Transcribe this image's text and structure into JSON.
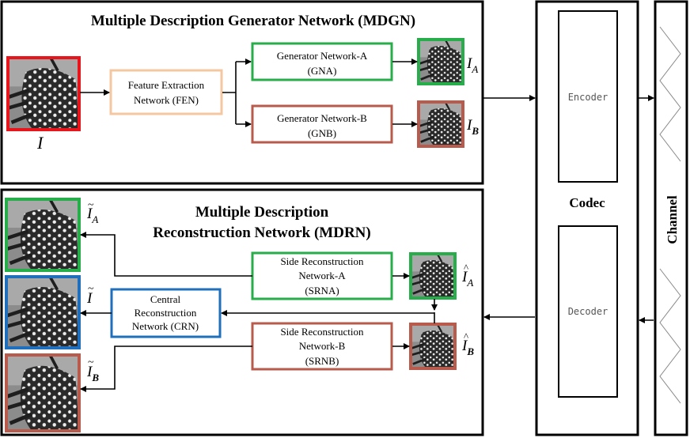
{
  "mdgn": {
    "title": "Multiple Description Generator Network (MDGN)",
    "input_label": "I",
    "fen_line1": "Feature Extraction",
    "fen_line2": "Network (FEN)",
    "gna_line1": "Generator Network-A",
    "gna_line2": "(GNA)",
    "gnb_line1": "Generator Network-B",
    "gnb_line2": "(GNB)",
    "out_a_base": "I",
    "out_a_sub": "A",
    "out_b_base": "I",
    "out_b_sub": "B"
  },
  "mdrn": {
    "title_line1": "Multiple Description",
    "title_line2": "Reconstruction Network (MDRN)",
    "srna_line1": "Side Reconstruction",
    "srna_line2": "Network-A",
    "srna_line3": "(SRNA)",
    "srnb_line1": "Side Reconstruction",
    "srnb_line2": "Network-B",
    "srnb_line3": "(SRNB)",
    "crn_line1": "Central",
    "crn_line2": "Reconstruction",
    "crn_line3": "Network (CRN)",
    "hat_a_base": "I",
    "hat_a_sub": "A",
    "hat_b_base": "I",
    "hat_b_sub": "B",
    "tilde_a_base": "I",
    "tilde_a_sub": "A",
    "tilde_c_base": "I",
    "tilde_b_base": "I",
    "tilde_b_sub": "B"
  },
  "codec": {
    "label": "Codec",
    "encoder": "Encoder",
    "decoder": "Decoder"
  },
  "channel": {
    "label": "Channel"
  },
  "colors": {
    "input_border": "#e8161c",
    "fen_border": "#f4c7a1",
    "green": "#27ad4a",
    "brown": "#b85a4c",
    "blue": "#1f6fbd",
    "black": "#000000"
  }
}
